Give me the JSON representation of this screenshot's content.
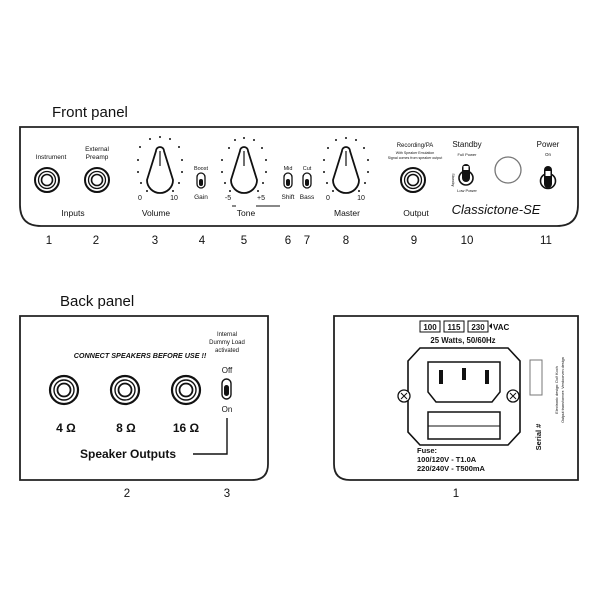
{
  "front": {
    "title": "Front panel",
    "labels": {
      "instrument": "Instrument",
      "external_l1": "External",
      "external_l2": "Preamp",
      "inputs": "Inputs",
      "volume": "Volume",
      "vol_min": "0",
      "vol_max": "10",
      "boost": "Boost",
      "gain": "Gain",
      "tone": "Tone",
      "tone_min": "-5",
      "tone_max": "+5",
      "mid": "Mid",
      "shift": "Shift",
      "cut": "Cut",
      "bass": "Bass",
      "master": "Master",
      "master_min": "0",
      "master_max": "10",
      "rec_l1": "Recording/PA",
      "rec_l2": "With Speaker Emulation",
      "rec_l3": "Signal comes from speaker output",
      "output": "Output",
      "standby": "Standby",
      "full_power": "Full Power",
      "standby_side": "Standby",
      "low_power": "Low Power",
      "power": "Power",
      "power_on": "On",
      "brand": "Classictone-SE"
    },
    "numbers": [
      "1",
      "2",
      "3",
      "4",
      "5",
      "6",
      "7",
      "8",
      "9",
      "10",
      "11"
    ]
  },
  "back": {
    "title": "Back panel",
    "warning": "CONNECT SPEAKERS BEFORE USE !!",
    "dummy_l1": "Internal",
    "dummy_l2": "Dummy Load",
    "dummy_l3": "activated",
    "switch_off": "Off",
    "switch_on": "On",
    "jack_4": "4 Ω",
    "jack_8": "8 Ω",
    "jack_16": "16 Ω",
    "speaker_outputs": "Speaker Outputs",
    "volt_100": "100",
    "volt_115": "115",
    "volt_230": "230",
    "vac": "VAC",
    "watts": "25 Watts, 50/60Hz",
    "fuse": "Fuse:",
    "fuse_l1": "100/120V - T1.0A",
    "fuse_l2": "220/240V - T500mA",
    "serial": "Serial #",
    "design_l1": "Electronic design: Dolf Koch",
    "design_l2": "Output transformer: Verdoorven design",
    "numbers": [
      "2",
      "3",
      "1"
    ]
  }
}
